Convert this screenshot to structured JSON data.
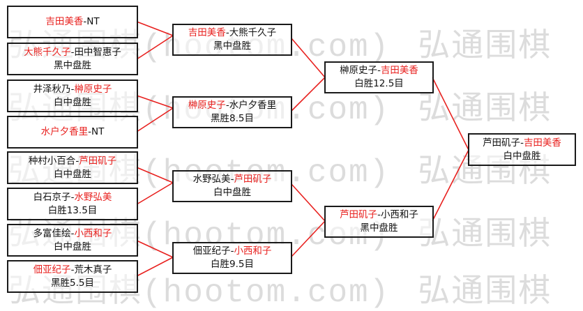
{
  "colors": {
    "winner": "#e8201e",
    "text": "#111111",
    "connector": "#e8201e",
    "border": "#1a1a1a"
  },
  "watermark": "弘通围棋(hootom.com)",
  "round1": [
    {
      "p1": "吉田美香",
      "p2": "NT",
      "winner": 1,
      "result": ""
    },
    {
      "p1": "大熊千久子",
      "p2": "田中智惠子",
      "winner": 1,
      "result": "黑中盘胜"
    },
    {
      "p1": "井泽秋乃",
      "p2": "榊原史子",
      "winner": 2,
      "result": "白中盘胜"
    },
    {
      "p1": "水户夕香里",
      "p2": "NT",
      "winner": 1,
      "result": ""
    },
    {
      "p1": "种村小百合",
      "p2": "芦田矶子",
      "winner": 2,
      "result": "白中盘胜"
    },
    {
      "p1": "白石京子",
      "p2": "水野弘美",
      "winner": 2,
      "result": "白胜13.5目"
    },
    {
      "p1": "多富佳绘",
      "p2": "小西和子",
      "winner": 2,
      "result": "白中盘胜"
    },
    {
      "p1": "佃亚纪子",
      "p2": "荒木真子",
      "winner": 1,
      "result": "黑胜5.5目"
    }
  ],
  "round2": [
    {
      "p1": "吉田美香",
      "p2": "大熊千久子",
      "winner": 1,
      "result": "黑中盘胜"
    },
    {
      "p1": "榊原史子",
      "p2": "水户夕香里",
      "winner": 1,
      "result": "黑胜8.5目"
    },
    {
      "p1": "水野弘美",
      "p2": "芦田矶子",
      "winner": 2,
      "result": "白中盘胜"
    },
    {
      "p1": "佃亚纪子",
      "p2": "小西和子",
      "winner": 2,
      "result": "白胜9.5目"
    }
  ],
  "round3": [
    {
      "p1": "榊原史子",
      "p2": "吉田美香",
      "winner": 2,
      "result": "白胜12.5目"
    },
    {
      "p1": "芦田矶子",
      "p2": "小西和子",
      "winner": 1,
      "result": "黑中盘胜"
    }
  ],
  "final": [
    {
      "p1": "芦田矶子",
      "p2": "吉田美香",
      "winner": 2,
      "result": "白中盘胜"
    }
  ]
}
